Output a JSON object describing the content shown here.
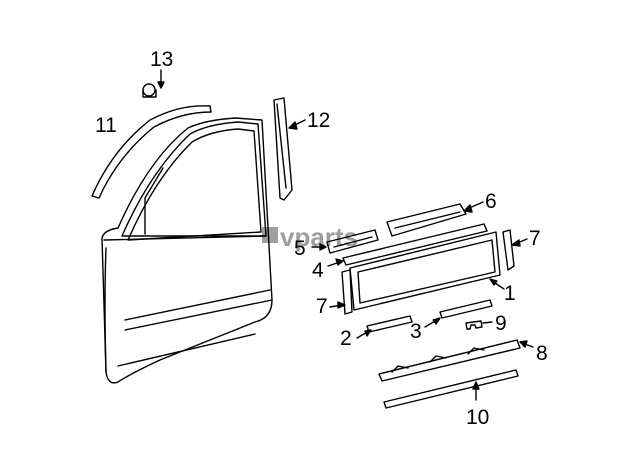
{
  "diagram": {
    "callouts": {
      "c1": "1",
      "c2": "2",
      "c3": "3",
      "c4": "4",
      "c5": "5",
      "c6": "6",
      "c7a": "7",
      "c7b": "7",
      "c8": "8",
      "c9": "9",
      "c10": "10",
      "c11": "11",
      "c12": "12",
      "c13": "13"
    },
    "watermark": "vparts"
  }
}
